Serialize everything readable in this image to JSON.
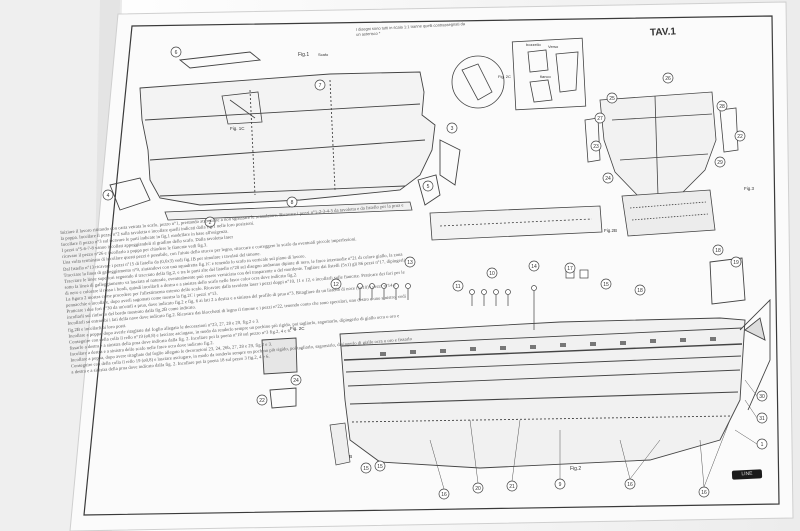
{
  "sheet": {
    "table_label": "TAV.1",
    "brand_text": "LINE",
    "top_note": "I disegni sono tutti in scala 1:1 tranne quelli contrassegnati da un asterisco *",
    "figures": {
      "fig1": "Fig.1",
      "fig1_sub": "Scafo",
      "fig1c": "Fig. 1C",
      "fig2": "Fig.2",
      "fig2b": "Fig.2B",
      "fig2c": "Fig. 2C",
      "fig2c_detail": "Fig. 2C",
      "fig3": "Fig.3",
      "fig1b": "Fig. 1B",
      "tag_scalmo": "bozzello",
      "tag_verso": "Verso",
      "tag_fianco": "fianco"
    },
    "part_numbers": {
      "p6": "6",
      "p7": "7",
      "p2": "2",
      "p3": "3",
      "p4": "4",
      "p5": "5",
      "p8": "8",
      "p1": "1",
      "p25": "25",
      "p26": "26",
      "p27": "27",
      "p28": "28",
      "p22": "22",
      "p23": "23",
      "p13": "13",
      "p12": "12",
      "p11": "11",
      "p10": "10",
      "p14": "14",
      "p15": "15",
      "p17": "17",
      "p18": "18",
      "p19": "19",
      "p24": "24",
      "p20": "20",
      "p21": "21",
      "p9": "9",
      "p16": "16",
      "p29": "29",
      "p30": "30",
      "p31": "31"
    },
    "instructions": [
      "Iniziare il lavoro ritirando con carta vetrata lo scafo, pezzo n°1, prestando attenzione a non sgrezzare le scanalature. Ricavare i pezzi n°1-2-3-4-5 da tavoletta e da listello per la prua e",
      "la poppa. Incollare il pezzo n°2 sulla tavoletta e incollare quelli indicati dalla fig.1 nelle loro posizioni.",
      "Incollare il pezzo n°3 sul ricavare le parti indicate in fig.1 modellare in base all'esigenza.",
      "I pezzi n°5-6-7-8 vanno incollati appoggiandoli al gradino dello scafo. Dalla tavoletta laser",
      "ricavare il pezzo n°26 e incollarlo a poppa per chiudere le fiancate vedi fig.3.",
      "Una volta terminato di incollare questi pezzi è possibile, con l'aiuto dello stucco per legno, ritoccare e correggere lo scafo da eventuali piccole imperfezioni.",
      "Dal listello n°13 ricavare i pezzi n°15 di listello da (0,6x3) vedi fig.1B per simulare i tavolati del timone.",
      "Tracciare la linea di galleggiamento n°9, aiutandovi con una squadretta fig.1C e tenendo lo scafo in verticale sul piano di lavoro.",
      "Tracciare le linee superiori seguendo il tracciato della fig.2, e tra le parti alte del listello n°20 sul disegno andranno dipinte di nero, le fasce intermedie n°21 di colore giallo, la zona sotto la linea di galleggiamento va lasciata al naturale, eventualmente può essere verniciata con del trasparente o del mordente. Tagliare dai listelli (5x1) gli 86 pezzi n°17, dipingerli di nero e colorare il rosso i bordi, quindi incollarli a destra e a sinistra dello scafo nelle fasce color ocra dove indicato fig.2.",
      "La figura 2 mostra come procedere per l'allestimento esterno dello scafo. Ricavare dalla tavoletta laser i pezzi doppi n°10, 11 e 12, e incollarli sulle fiancate. Praticare dei fori per le pennacchie e incollare, dopo averli sagomati come mostra la fig.2C i pezzi n°13.",
      "Praticare i due fori n°30 da un'omfi a prua, dove indicato fig.2 e fig. 6 ai lati 2 a destra e a sinistra del profilo di prua n°3. Ritagliare da un listello di noce (1x10) i pezzi n°14 e incollarli sul rinforzo del bordo mostrato dalla fig.2B come indicato.",
      "Incollarli su entrambi i lati della nave dove indicato fig.2. Ricavare dai blocchetti di legno il timone e i pezzi n°22, tenendo conto che sono speculari, uno destro e uno sinistro, vedi fig.2B e incollarli ai loro posti.",
      "Incollare a poppa, dopo averle ritagliate dal foglio allegato le decorazioni n°23, 27, 28 e 29, fig.2 e 3.",
      "Conseguire con della colla il rello n°19 (ø0,8) e lasciare asciugare, in modo da renderlo sempre un pochino più rigido, poi tagliarlo, sagomarlo, dipingerlo di giallo ocra o oro e fissarlo a destra e a sinistra della prua dove indicato dalla fig. 2. Incollare poi la poena n°18 sul pezzo n°3 fig.2, 4 e 6.",
      "Incollare a destra e a sinistra dello scafo nelle fasce ocra dove indicato fig.2.",
      "Incollare a poppa, dopo avere ritagliate dal foglio allegato le decorazioni 23, 24, 26b, 27, 28 e 29, fig.2 e 3.",
      "Conseguire con della colla il rello 19 (ø0,8) e lasciare asciugare, in modo da renderlo sempre un pochino più rigido, poi tagliarlo, sagomarlo, dipingerlo di giallo ocra o oro e fissarlo a destra e a sinistra della prua dove indicato dalla fig. 2. Incollare poi la poena 18 sul pezzo 3 fig.2, 4 e 6."
    ]
  }
}
